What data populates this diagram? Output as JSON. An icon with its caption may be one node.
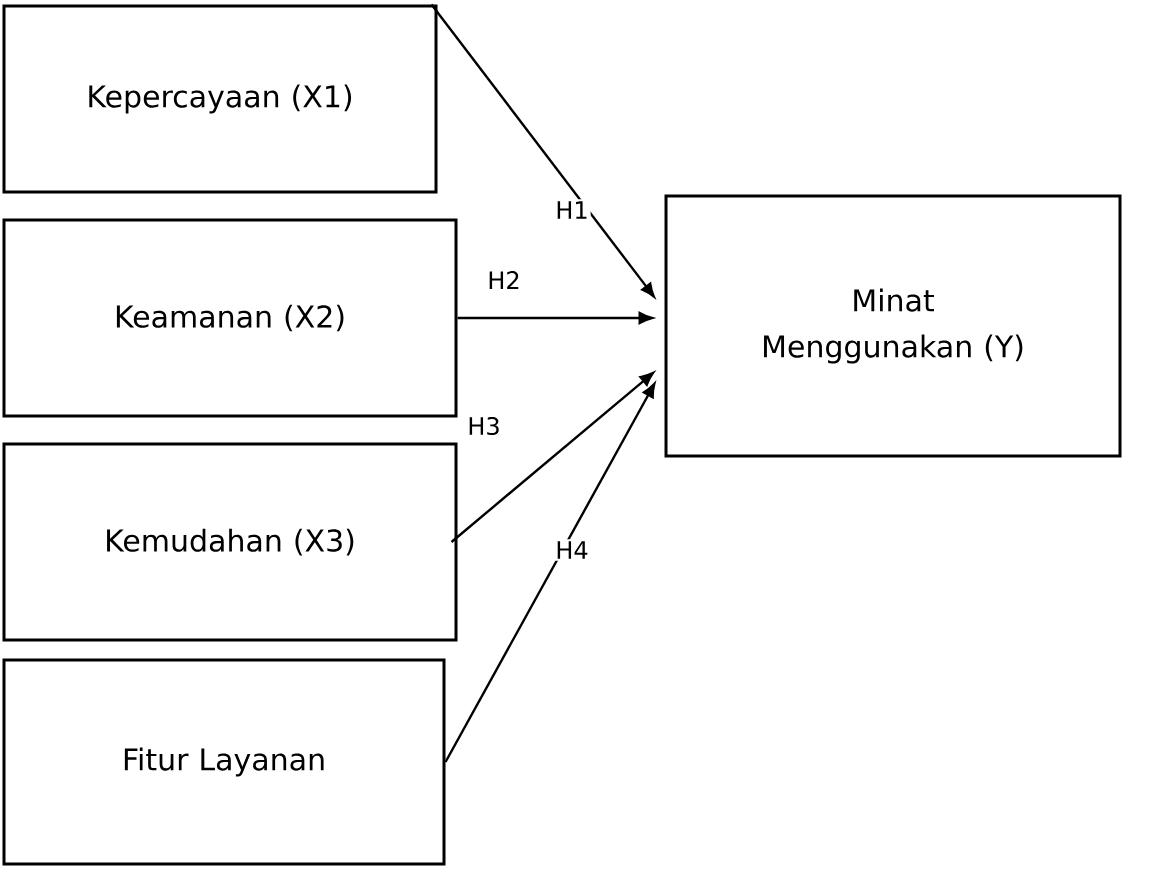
{
  "diagram": {
    "nodes": [
      {
        "text": [
          "Kepercayaan (X1)"
        ]
      },
      {
        "text": [
          "Keamanan (X2)"
        ]
      },
      {
        "text": [
          "Kemudahan (X3)"
        ]
      },
      {
        "text": [
          "Fitur Layanan"
        ]
      },
      {
        "text": [
          "Minat Menggunakan (Y)"
        ]
      }
    ],
    "edges": [
      {
        "from": 0,
        "to": 4,
        "arrow": "to",
        "label": "H1"
      },
      {
        "from": 1,
        "to": 4,
        "arrow": "to",
        "label": "H2"
      },
      {
        "from": 2,
        "to": 4,
        "arrow": "to",
        "label": "H3"
      },
      {
        "from": 3,
        "to": 4,
        "arrow": "to",
        "label": "H4"
      }
    ]
  }
}
